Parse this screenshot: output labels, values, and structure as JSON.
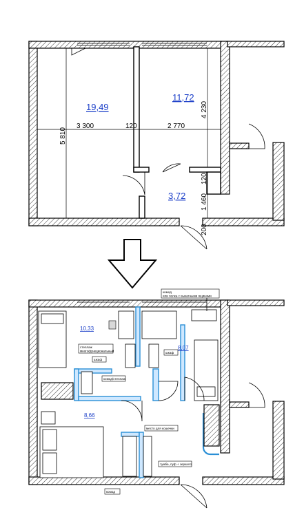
{
  "before_plan": {
    "areas": [
      "19,49",
      "11,72",
      "3,72"
    ],
    "dimensions": {
      "left_width": "3 300",
      "wall_between": "120",
      "right_width": "2 770",
      "left_height": "5 810",
      "right_height": "4 230",
      "hall_wall": "120",
      "hall_height": "1 460",
      "door_bottom": "200"
    }
  },
  "after_plan": {
    "areas": [
      "10,33",
      "8,07",
      "8,66"
    ],
    "callouts": {
      "dresser_shelf": "комод\nили полка с выкатными ящиками",
      "multifunction_rack": "стеллаж\nмногофункциональный",
      "wardrobe_left": "шкаф",
      "wardrobe_right": "шкаф",
      "dresser_rack": "комод/стеллаж",
      "cat_place": "место для кошечки",
      "bench_pouf_mirror": "тумба, пуф + зеркало",
      "dresser_bottom": "комод"
    }
  }
}
